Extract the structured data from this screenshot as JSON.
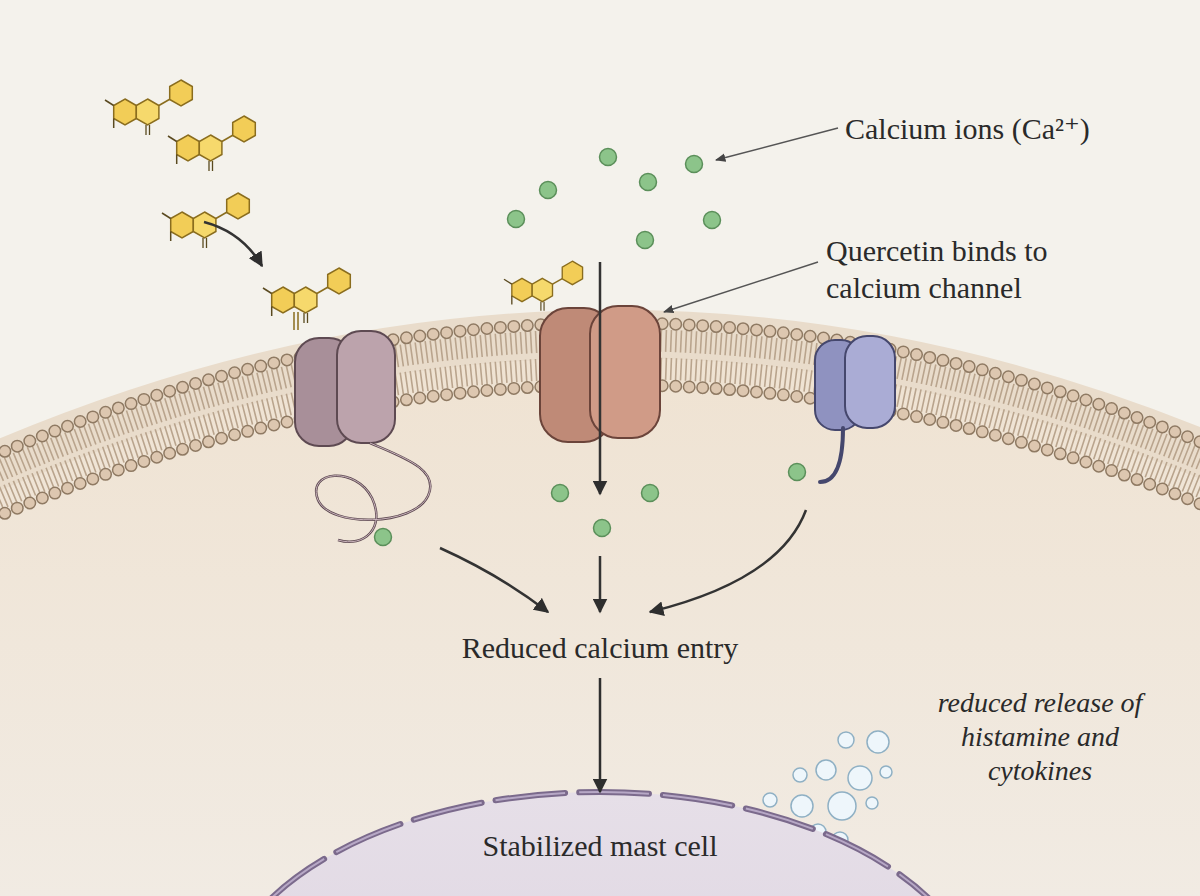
{
  "diagram": {
    "nodes": [
      {
        "text": [
          "Reduced calcium entry"
        ]
      },
      {
        "text": [
          "Stabilized mast cell"
        ]
      }
    ],
    "edges": [
      {
        "from": 0,
        "to": 1,
        "arrow": "to"
      }
    ],
    "labels": [
      "Calcium ions (Ca²⁺)",
      "Quercetin binds to calcium channel",
      "reduced release of histamine and cytokines"
    ]
  }
}
